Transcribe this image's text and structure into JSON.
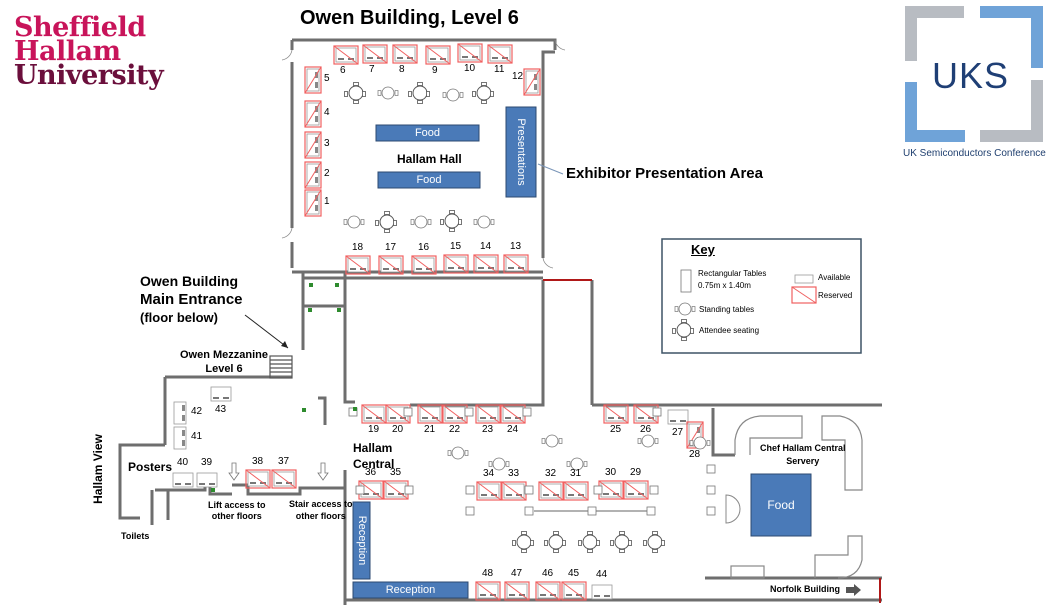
{
  "header": {
    "title": "Owen Building, Level 6",
    "university_logo": [
      "Sheffield",
      "Hallam",
      "University"
    ],
    "conference_logo": {
      "abbr": "UKS",
      "caption": "UK Semiconductors Conference"
    }
  },
  "colors": {
    "reserved": "#f06060",
    "available": "#888888",
    "feature_fill": "#4a7ab8",
    "wall": "#6e6e6e",
    "brand_pink": "#c8145a",
    "brand_maroon": "#6b0f3c",
    "uks_blue": "#6fa3d8",
    "uks_grey": "#b8bcc2"
  },
  "areas": {
    "hallam_hall": "Hallam Hall",
    "hallam_central": [
      "Hallam",
      "Central"
    ],
    "owen_mezzanine": [
      "Owen Mezzanine",
      "Level 6"
    ],
    "main_entrance": [
      "Owen Building",
      "Main Entrance",
      "(floor below)"
    ],
    "exhibitor_presentation": "Exhibitor Presentation Area",
    "posters": "Posters",
    "hallam_view": "Hallam View",
    "toilets": "Toilets",
    "lift_access": [
      "Lift access to",
      "other floors"
    ],
    "stair_access": [
      "Stair access to",
      "other floors"
    ],
    "chef_servery": [
      "Chef Hallam Central",
      "Servery"
    ],
    "norfolk_building": "Norfolk Building"
  },
  "features": {
    "food_1": "Food",
    "food_2": "Food",
    "food_3": "Food",
    "presentations": "Presentations",
    "reception_vertical": "Reception",
    "reception_horizontal": "Reception"
  },
  "key": {
    "title": "Key",
    "rect_tables": "Rectangular Tables",
    "rect_tables_size": "0.75m x 1.40m",
    "standing_tables": "Standing tables",
    "attendee_seating": "Attendee seating",
    "available": "Available",
    "reserved": "Reserved"
  },
  "stands": [
    {
      "id": "1",
      "status": "reserved"
    },
    {
      "id": "2",
      "status": "reserved"
    },
    {
      "id": "3",
      "status": "reserved"
    },
    {
      "id": "4",
      "status": "reserved"
    },
    {
      "id": "5",
      "status": "reserved"
    },
    {
      "id": "6",
      "status": "reserved"
    },
    {
      "id": "7",
      "status": "reserved"
    },
    {
      "id": "8",
      "status": "reserved"
    },
    {
      "id": "9",
      "status": "reserved"
    },
    {
      "id": "10",
      "status": "reserved"
    },
    {
      "id": "11",
      "status": "reserved"
    },
    {
      "id": "12",
      "status": "reserved"
    },
    {
      "id": "13",
      "status": "reserved"
    },
    {
      "id": "14",
      "status": "reserved"
    },
    {
      "id": "15",
      "status": "reserved"
    },
    {
      "id": "16",
      "status": "reserved"
    },
    {
      "id": "17",
      "status": "reserved"
    },
    {
      "id": "18",
      "status": "reserved"
    },
    {
      "id": "19",
      "status": "reserved"
    },
    {
      "id": "20",
      "status": "reserved"
    },
    {
      "id": "21",
      "status": "reserved"
    },
    {
      "id": "22",
      "status": "reserved"
    },
    {
      "id": "23",
      "status": "reserved"
    },
    {
      "id": "24",
      "status": "reserved"
    },
    {
      "id": "25",
      "status": "reserved"
    },
    {
      "id": "26",
      "status": "reserved"
    },
    {
      "id": "27",
      "status": "available"
    },
    {
      "id": "28",
      "status": "reserved"
    },
    {
      "id": "29",
      "status": "reserved"
    },
    {
      "id": "30",
      "status": "reserved"
    },
    {
      "id": "31",
      "status": "reserved"
    },
    {
      "id": "32",
      "status": "reserved"
    },
    {
      "id": "33",
      "status": "reserved"
    },
    {
      "id": "34",
      "status": "reserved"
    },
    {
      "id": "35",
      "status": "reserved"
    },
    {
      "id": "36",
      "status": "reserved"
    },
    {
      "id": "37",
      "status": "reserved"
    },
    {
      "id": "38",
      "status": "reserved"
    },
    {
      "id": "39",
      "status": "available"
    },
    {
      "id": "40",
      "status": "available"
    },
    {
      "id": "41",
      "status": "available"
    },
    {
      "id": "42",
      "status": "available"
    },
    {
      "id": "43",
      "status": "available"
    },
    {
      "id": "44",
      "status": "available"
    },
    {
      "id": "45",
      "status": "reserved"
    },
    {
      "id": "46",
      "status": "reserved"
    },
    {
      "id": "47",
      "status": "reserved"
    },
    {
      "id": "48",
      "status": "reserved"
    }
  ]
}
